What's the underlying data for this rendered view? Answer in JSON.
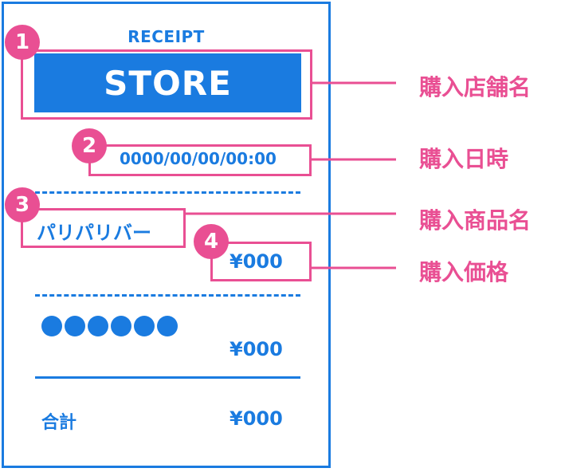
{
  "receipt": {
    "title": "RECEIPT",
    "store": "STORE",
    "datetime": "0000/00/00/00:00",
    "product_name": "パリパリバー",
    "price": "¥000",
    "subtotal": "¥000",
    "total_label": "合計",
    "total_value": "¥000"
  },
  "badges": [
    "1",
    "2",
    "3",
    "4"
  ],
  "callouts": {
    "store": "購入店舗名",
    "datetime": "購入日時",
    "product": "購入商品名",
    "price": "購入価格"
  },
  "colors": {
    "blue": "#1a7be0",
    "pink": "#e94f93"
  }
}
